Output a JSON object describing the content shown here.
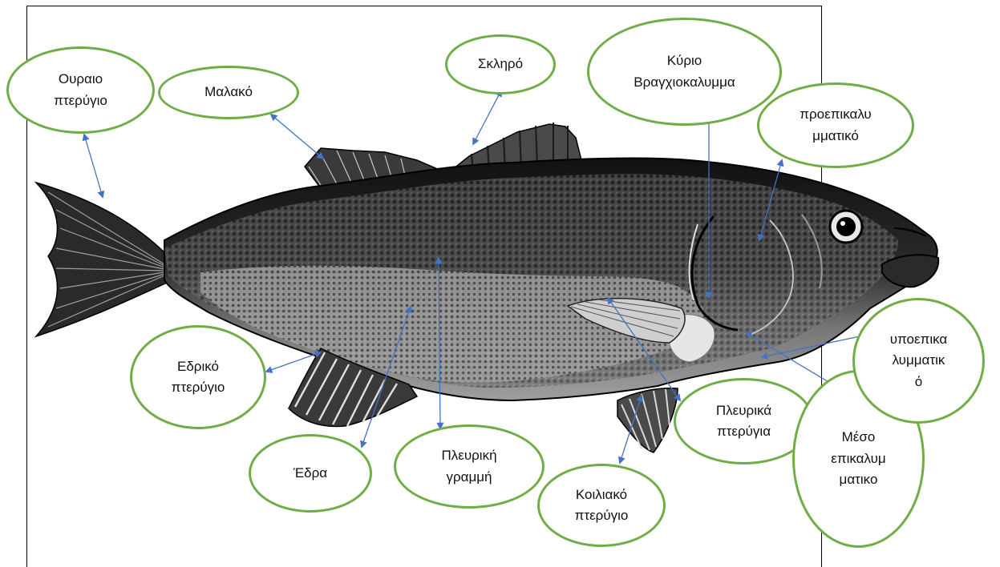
{
  "diagram": {
    "labels": {
      "ouraio": "Ουραιο\nπτερύγιο",
      "malako": "Μαλακό",
      "sklero": "Σκληρό",
      "kyrio": "Κύριο\nΒραγχιοκαλυμμα",
      "proepikalymmatiko": "προεπικαλυ\nμματικό",
      "edriko": "Εδρικό\nπτερύγιο",
      "edra": "Έδρα",
      "pleuriki_grammi": "Πλευρική\nγραμμή",
      "koiliako": "Κοιλιακό\nπτερύγιο",
      "pleurika": "Πλευρικά\nπτερύγια",
      "meso": "Μέσο\nεπικαλυμ\nματικο",
      "ypoepikalymmatiko": "υποεπικα\nλυμματικ\nό"
    }
  },
  "colors": {
    "ellipse_border": "#70ad47",
    "arrow": "#4472c4",
    "fish_dark": "#1a1a1a",
    "fish_mid": "#5a5a5a",
    "fish_light": "#9a9a9a"
  }
}
